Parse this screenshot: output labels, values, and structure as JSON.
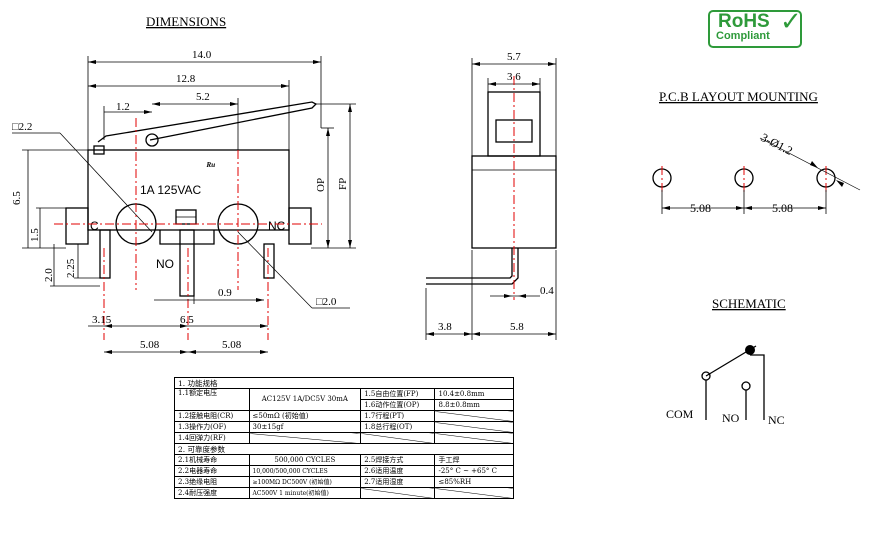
{
  "titles": {
    "dimensions": "DIMENSIONS",
    "pcb_layout": "P.C.B LAYOUT MOUNTING",
    "schematic": "SCHEMATIC"
  },
  "rohs": {
    "line1": "RoHS",
    "line2": "Compliant",
    "color": "#2e9a3a"
  },
  "front_view": {
    "dim_width_total": "14.0",
    "dim_width_body": "12.8",
    "dim_lever_pivot": "5.2",
    "dim_lever_offset": "1.2",
    "dim_square_top": "□2.2",
    "dim_height": "6.5",
    "dim_terminal_1_5": "1.5",
    "dim_terminal_2_25": "2.25",
    "dim_terminal_2_0": "2.0",
    "dim_op": "OP",
    "dim_fp": "FP",
    "dim_0_9": "0.9",
    "dim_square_bottom": "□2.0",
    "dim_3_15": "3.15",
    "dim_6_5": "6.5",
    "dim_pitch_left": "5.08",
    "dim_pitch_right": "5.08",
    "rating": "1A  125VAC",
    "label_c": "C",
    "label_no": "NO",
    "label_nc": "NC",
    "mark": "ᴿᵘ"
  },
  "side_view": {
    "dim_5_7": "5.7",
    "dim_3_6": "3.6",
    "dim_0_4": "0.4",
    "dim_3_8": "3.8",
    "dim_5_8": "5.8"
  },
  "pcb": {
    "hole_spec": "3-Ø1.2",
    "pitch_1": "5.08",
    "pitch_2": "5.08"
  },
  "schematic": {
    "com": "COM",
    "no": "NO",
    "nc": "NC"
  },
  "spec_table": {
    "section1": "1. 功能规格",
    "r1_label": "1.1额定电压",
    "r1_value": "AC125V 1A/DC5V 30mA",
    "r1a_label": "1.5自由位置(FP)",
    "r1a_value": "10.4±0.8mm",
    "r1b_label": "1.6动作位置(OP)",
    "r1b_value": "8.8±0.8mm",
    "r2_label": "1.2接触电阻(CR)",
    "r2_value": "≤50mΩ (初始值)",
    "r2_label2": "1.7行程(PT)",
    "r3_label": "1.3操作力(OF)",
    "r3_value": "30±15gf",
    "r3_label2": "1.8总行程(OT)",
    "r4_label": "1.4回弹力(RF)",
    "section2": "2. 可靠度参数",
    "s1_label": "2.1机械寿命",
    "s1_value": "500,000 CYCLES",
    "s1_label2": "2.5焊接方式",
    "s1_value2": "手工焊",
    "s2_label": "2.2电器寿命",
    "s2_value": "10,000/500,000 CYCLES",
    "s2_label2": "2.6适用温度",
    "s2_value2": "-25° C ~ +65° C",
    "s3_label": "2.3绝缘电阻",
    "s3_value": "≥100MΩ DC500V (初始值)",
    "s3_label2": "2.7适用湿度",
    "s3_value2": "≤85%RH",
    "s4_label": "2.4耐压强度",
    "s4_value": "AC500V 1 minute(初始值)"
  }
}
